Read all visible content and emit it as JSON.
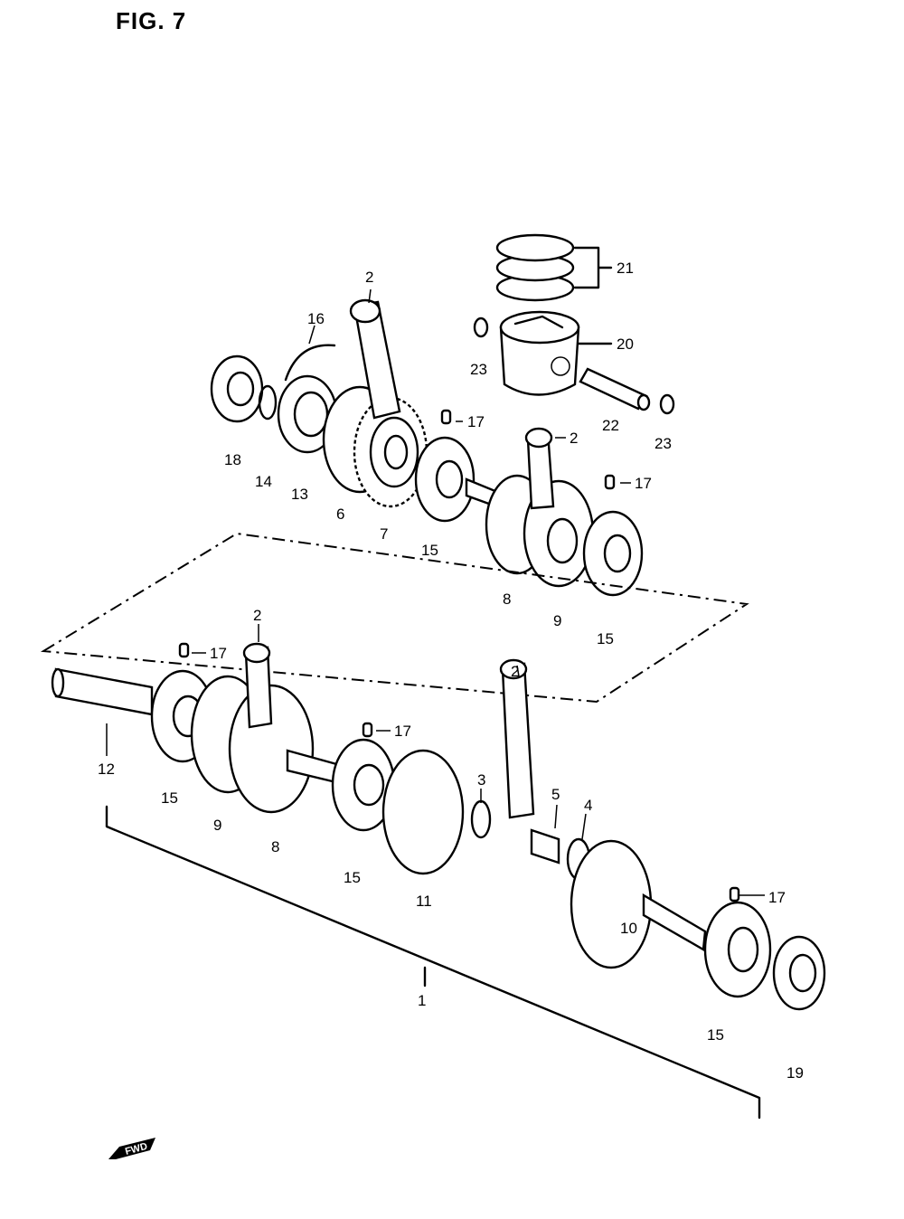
{
  "figure": {
    "title": "FIG. 7"
  },
  "callouts": [
    {
      "id": "c1",
      "text": "1"
    },
    {
      "id": "c2a",
      "text": "2"
    },
    {
      "id": "c2b",
      "text": "2"
    },
    {
      "id": "c2c",
      "text": "2"
    },
    {
      "id": "c2d",
      "text": "2"
    },
    {
      "id": "c3",
      "text": "3"
    },
    {
      "id": "c4",
      "text": "4"
    },
    {
      "id": "c5",
      "text": "5"
    },
    {
      "id": "c6",
      "text": "6"
    },
    {
      "id": "c7",
      "text": "7"
    },
    {
      "id": "c8a",
      "text": "8"
    },
    {
      "id": "c8b",
      "text": "8"
    },
    {
      "id": "c9a",
      "text": "9"
    },
    {
      "id": "c9b",
      "text": "9"
    },
    {
      "id": "c10",
      "text": "10"
    },
    {
      "id": "c11",
      "text": "11"
    },
    {
      "id": "c12",
      "text": "12"
    },
    {
      "id": "c13",
      "text": "13"
    },
    {
      "id": "c14",
      "text": "14"
    },
    {
      "id": "c15a",
      "text": "15"
    },
    {
      "id": "c15b",
      "text": "15"
    },
    {
      "id": "c15c",
      "text": "15"
    },
    {
      "id": "c15d",
      "text": "15"
    },
    {
      "id": "c15e",
      "text": "15"
    },
    {
      "id": "c16",
      "text": "16"
    },
    {
      "id": "c17a",
      "text": "17"
    },
    {
      "id": "c17b",
      "text": "17"
    },
    {
      "id": "c17c",
      "text": "17"
    },
    {
      "id": "c17d",
      "text": "17"
    },
    {
      "id": "c17e",
      "text": "17"
    },
    {
      "id": "c18",
      "text": "18"
    },
    {
      "id": "c19",
      "text": "19"
    },
    {
      "id": "c20",
      "text": "20"
    },
    {
      "id": "c21",
      "text": "21"
    },
    {
      "id": "c22",
      "text": "22"
    },
    {
      "id": "c23a",
      "text": "23"
    },
    {
      "id": "c23b",
      "text": "23"
    }
  ],
  "direction_marker": {
    "text": "FWD",
    "icon": "forward-arrow-icon"
  }
}
